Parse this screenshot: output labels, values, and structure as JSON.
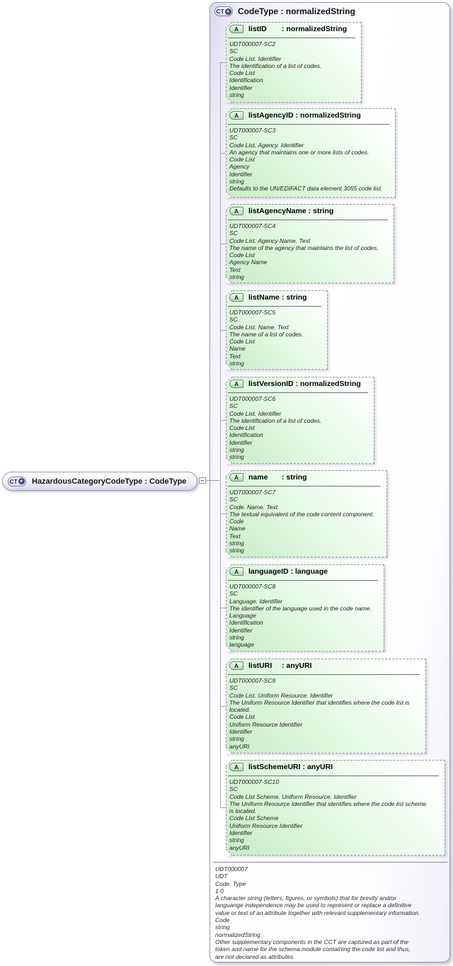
{
  "icons": {
    "complex_type": "CT",
    "plus": "+",
    "attribute": "A"
  },
  "root_node": {
    "label": "HazardousCategoryCodeType : CodeType"
  },
  "panel": {
    "title": "CodeType : normalizedString",
    "attributes": [
      {
        "name": "listID",
        "type": ": normalizedString",
        "annotation": "UDT000007-SC2\nSC\nCode List. Identifier\nThe identification of a list of codes.\nCode List\nIdentification\nIdentifier\nstring"
      },
      {
        "name": "listAgencyID",
        "type": ": normalizedString",
        "annotation": "UDT000007-SC3\nSC\nCode List. Agency. Identifier\nAn agency that maintains one or more lists of codes.\nCode List\nAgency\nIdentifier\nstring\nDefaults to the UN/EDIFACT data element 3055 code list."
      },
      {
        "name": "listAgencyName",
        "type": ": string",
        "annotation": "UDT000007-SC4\nSC\nCode List. Agency Name. Text\nThe name of the agency that maintains the list of codes.\nCode List\nAgency Name\nText\nstring"
      },
      {
        "name": "listName",
        "type": ": string",
        "annotation": "UDT000007-SC5\nSC\nCode List. Name. Text\nThe name of a list of codes.\nCode List\nName\nText\nstring"
      },
      {
        "name": "listVersionID",
        "type": ": normalizedString",
        "annotation": "UDT000007-SC6\nSC\nCode List. Identifier\nThe identification of a list of codes.\nCode List\nIdentification\nIdentifier\nstring\nstring"
      },
      {
        "name": "name",
        "type": ": string",
        "annotation": "UDT000007-SC7\nSC\nCode. Name. Text\nThe textual equivalent of the code content component.\nCode\nName\nText\nstring\nstring"
      },
      {
        "name": "languageID",
        "type": ": language",
        "annotation": "UDT000007-SC8\nSC\nLanguage. Identifier\nThe identifier of the language used in the code name.\nLanguage\nIdentification\nIdentifier\nstring\nlanguage"
      },
      {
        "name": "listURI",
        "type": ": anyURI",
        "annotation": "UDT000007-SC9\nSC\nCode List. Uniform Resource. Identifier\nThe Uniform Resource Identifier that identifies where the code list is\nlocated.\nCode List\nUniform Resource Identifier\nIdentifier\nstring\nanyURI"
      },
      {
        "name": "listSchemeURI",
        "type": ": anyURI",
        "annotation": "UDT000007-SC10\nSC\nCode List Scheme. Uniform Resource. Identifier\nThe Uniform Resource Identifier that identifies where the code list scheme\nis located.\nCode List Scheme\nUniform Resource Identifier\nIdentifier\nstring\nanyURI"
      }
    ],
    "footer": "UDT000007\nUDT\nCode. Type\n1.0\nA character string (letters, figures, or symbols) that for brevity and/or\nlanguange independence may be used to represent or replace a definitive\nvalue or text of an attribute together with relevant supplementary information.\nCode\nstring\nnormalizedString\nOther supplementary components in the CCT are captured as part of the\ntoken and name for the schema module containing the code list and thus,\nare not declared as attributes."
  },
  "colors": {
    "attr_green": "#c6eec6",
    "panel_lavender": "#d9d9ef",
    "line_gray": "#a8a8b4",
    "icon_navy": "#3a3a6e"
  }
}
